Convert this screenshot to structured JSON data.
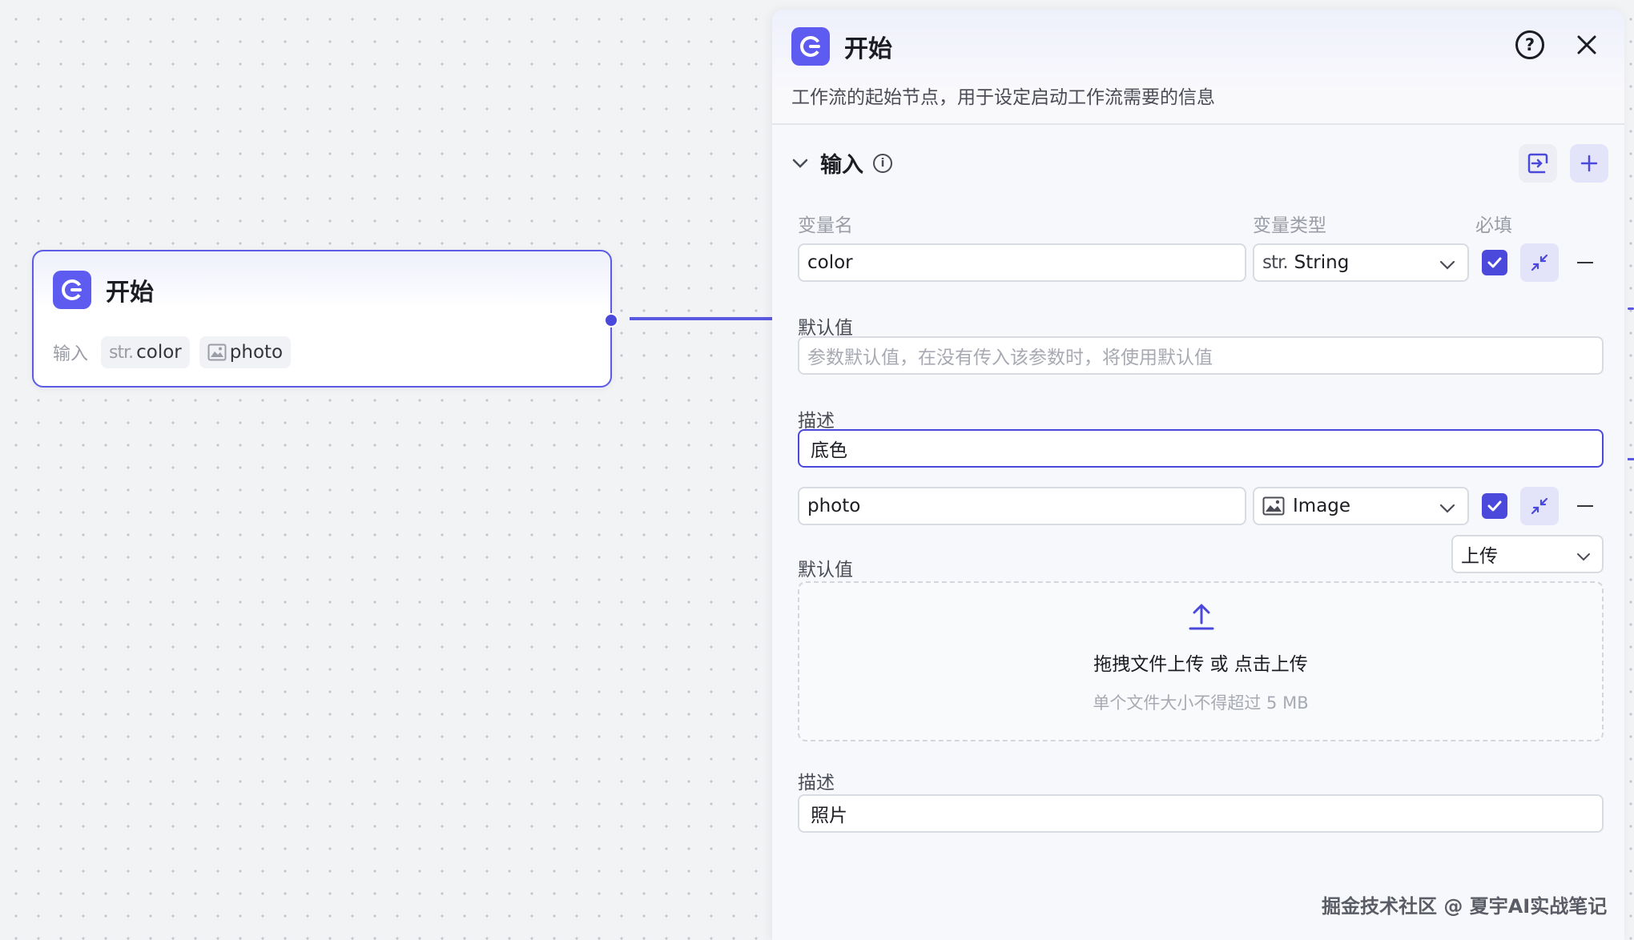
{
  "colors": {
    "accent": "#4b48dc",
    "app_icon_bg": "#5e5bf0",
    "canvas_bg": "#f2f3f5",
    "text_primary": "#1c1d23",
    "text_muted": "#9a9ca6"
  },
  "canvas_node": {
    "title": "开始",
    "icon": "start-node-icon",
    "inputs_label": "输入",
    "vars": [
      {
        "type_label": "str.",
        "name": "color"
      },
      {
        "type_icon": "image-icon",
        "name": "photo"
      }
    ]
  },
  "panel": {
    "title": "开始",
    "icon": "start-node-icon",
    "help_icon": "question-circle-icon",
    "close_icon": "close-icon",
    "description": "工作流的起始节点，用于设定启动工作流需要的信息",
    "section": {
      "title": "输入",
      "collapse_icon": "chevron-down-icon",
      "info_icon": "info-icon",
      "import_icon": "import-icon",
      "add_icon": "plus-icon"
    },
    "columns": {
      "name": "变量名",
      "type": "变量类型",
      "required": "必填"
    },
    "variables": [
      {
        "name": "color",
        "type_prefix": "str.",
        "type": "String",
        "required": true,
        "default_label": "默认值",
        "default_placeholder": "参数默认值，在没有传入该参数时，将使用默认值",
        "description_label": "描述",
        "description": "底色"
      },
      {
        "name": "photo",
        "type_icon": "image-icon",
        "type": "Image",
        "required": true,
        "default_label": "默认值",
        "default_mode": "上传",
        "upload_text": "拖拽文件上传 或 点击上传",
        "upload_hint": "单个文件大小不得超过 5 MB",
        "description_label": "描述",
        "description": "照片"
      }
    ]
  },
  "watermark": "掘金技术社区 @ 夏宇AI实战笔记"
}
